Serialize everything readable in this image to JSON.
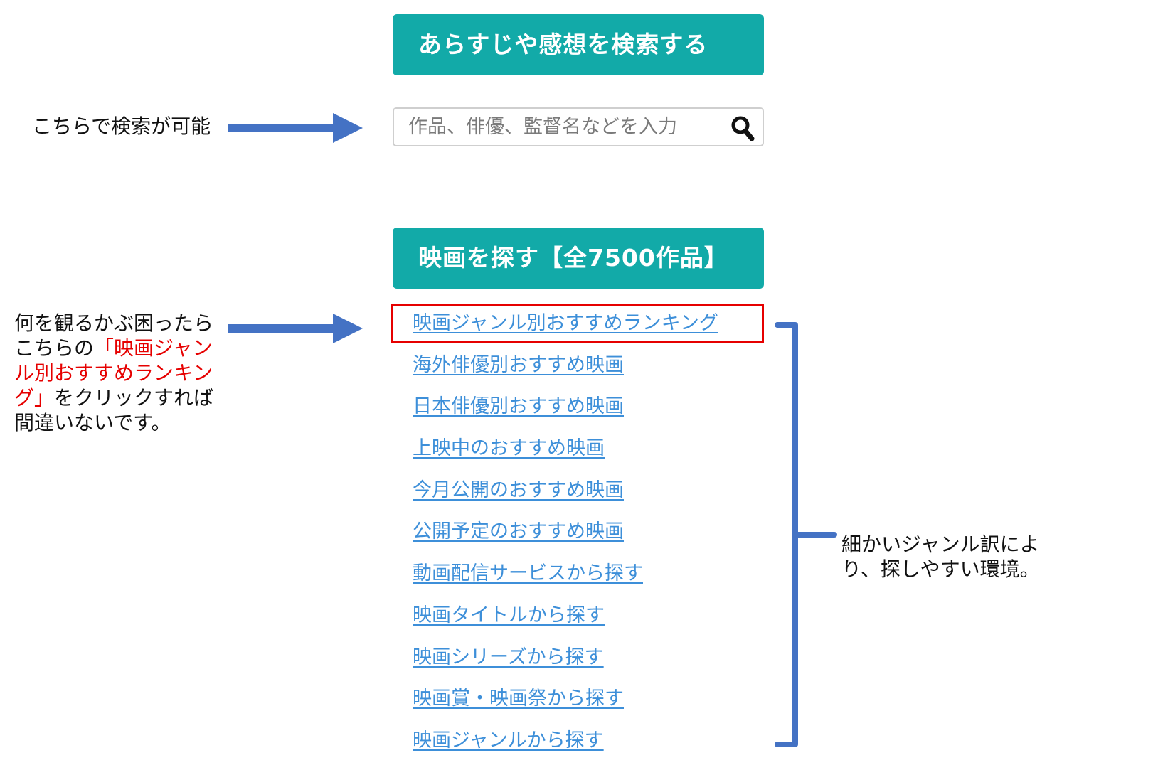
{
  "search_section": {
    "heading": "あらすじや感想を検索する",
    "placeholder": "作品、俳優、監督名などを入力",
    "search_icon": "search-icon"
  },
  "movies_section": {
    "heading": "映画を探す【全7500作品】",
    "links": [
      "映画ジャンル別おすすめランキング",
      "海外俳優別おすすめ映画",
      "日本俳優別おすすめ映画",
      "上映中のおすすめ映画",
      "今月公開のおすすめ映画",
      "公開予定のおすすめ映画",
      "動画配信サービスから探す",
      "映画タイトルから探す",
      "映画シリーズから探す",
      "映画賞・映画祭から探す",
      "映画ジャンルから探す"
    ]
  },
  "annotations": {
    "search": "こちらで検索が可能",
    "ranking": {
      "line1": "何を観るかぶ困ったら",
      "line2_prefix": "こちらの",
      "line2_highlight": "「映画ジャン",
      "line3_highlight": "ル別おすすめランキン",
      "line4_highlight": "グ」",
      "line4_suffix": "をクリックすれば",
      "line5": "間違いないです。"
    },
    "genre": {
      "line1": "細かいジャンル訳によ",
      "line2": "り、探しやすい環境。"
    }
  },
  "colors": {
    "teal": "#12aaa8",
    "link": "#3d8fd9",
    "arrow": "#4472c4",
    "highlight": "#e60000"
  }
}
